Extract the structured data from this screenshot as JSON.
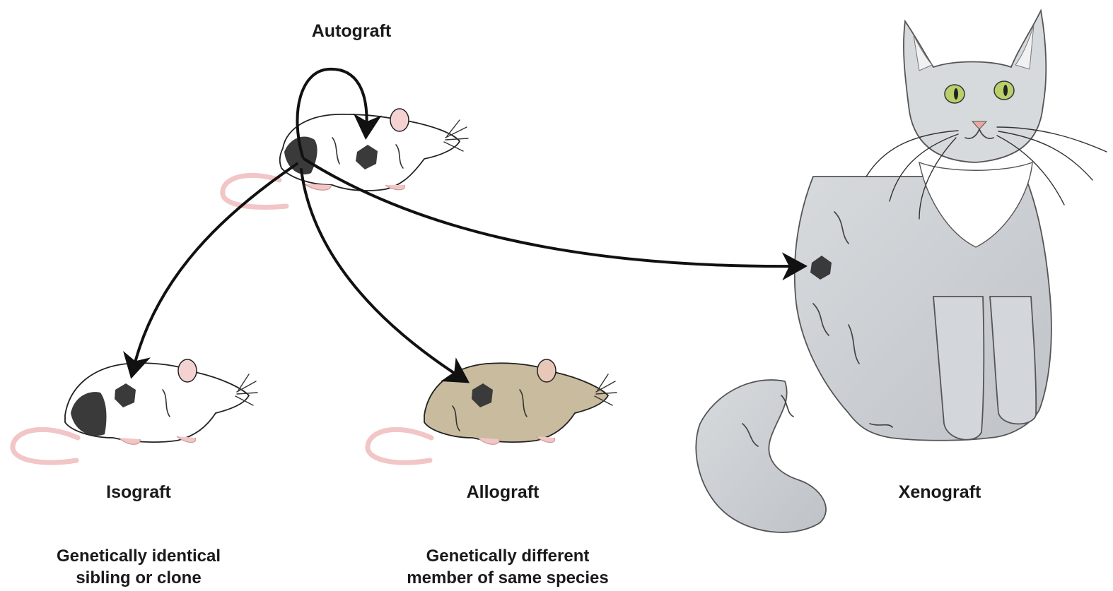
{
  "labels": {
    "autograft": "Autograft",
    "isograft": "Isograft",
    "allograft": "Allograft",
    "xenograft": "Xenograft",
    "isograft_desc_line1": "Genetically identical",
    "isograft_desc_line2": "sibling or clone",
    "allograft_desc_line1": "Genetically different",
    "allograft_desc_line2": "member of same species"
  },
  "colors": {
    "graft_patch": "#3a3a3a",
    "arrow": "#111111",
    "mouse_white": "#ffffff",
    "mouse_brown": "#c8bb9e",
    "tail_pink": "#f2c6c6",
    "cat_gray": "#cfd2d6",
    "cat_eye": "#b9cf6a"
  },
  "icons": [
    "donor-mouse",
    "isograft-mouse",
    "allograft-mouse",
    "xenograft-cat"
  ]
}
